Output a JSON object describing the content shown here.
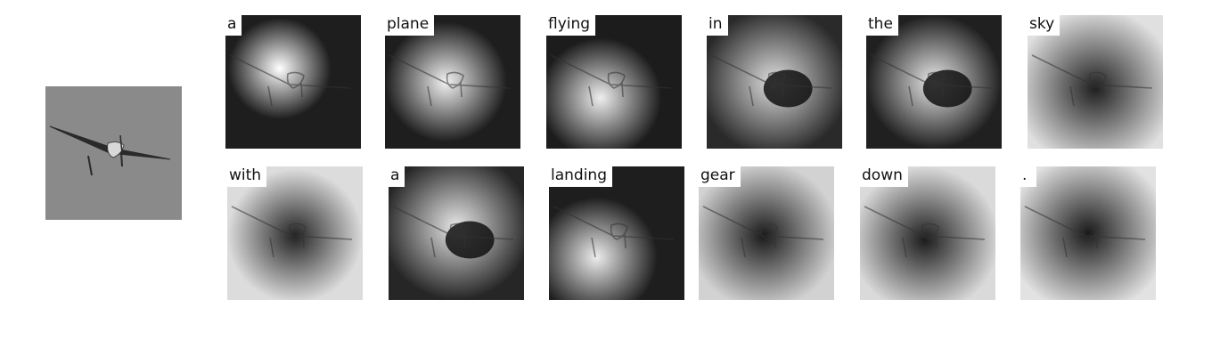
{
  "caption_words": [
    "a",
    "plane",
    "flying",
    "in",
    "the",
    "sky",
    "with",
    "a",
    "landing",
    "gear",
    "down",
    "."
  ],
  "colors": {
    "background": "#ffffff",
    "original_sky": "#8a8a8a",
    "heat_high": "#ffffff",
    "heat_low": "#1a1a1a",
    "label_bg": "#ffffff",
    "label_text": "#111111"
  },
  "icons": {
    "original": "airplane-photo",
    "tiles": "attention-heatmap"
  }
}
